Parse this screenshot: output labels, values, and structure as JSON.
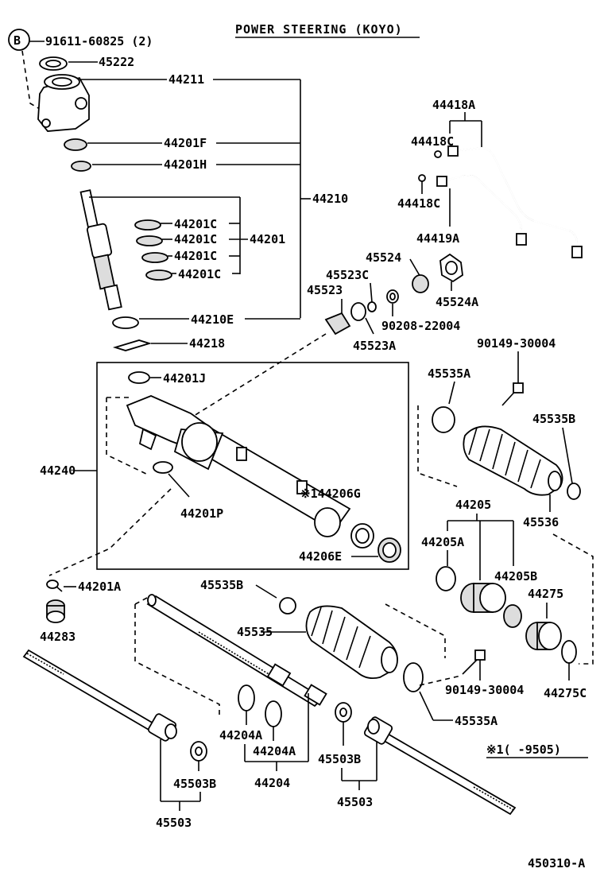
{
  "title": "POWER STEERING (KOYO)",
  "note": "※1(     -9505)",
  "ref_code": "450310-A",
  "b_marker": "B",
  "labels": {
    "l_91611_60825": "91611-60825 (2)",
    "l_45222": "45222",
    "l_44211": "44211",
    "l_44201F": "44201F",
    "l_44201H": "44201H",
    "l_44210": "44210",
    "l_44201C_1": "44201C",
    "l_44201C_2": "44201C",
    "l_44201C_3": "44201C",
    "l_44201C_4": "44201C",
    "l_44201": "44201",
    "l_44210E": "44210E",
    "l_44218": "44218",
    "l_44418A": "44418A",
    "l_44418C_1": "44418C",
    "l_44418C_2": "44418C",
    "l_44419A": "44419A",
    "l_45524": "45524",
    "l_45523C": "45523C",
    "l_45523": "45523",
    "l_45524A": "45524A",
    "l_90208_22004": "90208-22004",
    "l_45523A": "45523A",
    "l_90149_30004_top": "90149-30004",
    "l_44201J": "44201J",
    "l_45535A_top": "45535A",
    "l_45535B_right": "45535B",
    "l_44240": "44240",
    "l_44206G": "※144206G",
    "l_44201P": "44201P",
    "l_44206E": "44206E",
    "l_45536": "45536",
    "l_44205": "44205",
    "l_44205A": "44205A",
    "l_44205B": "44205B",
    "l_44275": "44275",
    "l_44201A": "44201A",
    "l_45535B_mid": "45535B",
    "l_44283": "44283",
    "l_45535": "45535",
    "l_90149_30004_bot": "90149-30004",
    "l_44275C": "44275C",
    "l_45535A_bot": "45535A",
    "l_44204A_1": "44204A",
    "l_44204A_2": "44204A",
    "l_44204": "44204",
    "l_45503B_left": "45503B",
    "l_45503B_right": "45503B",
    "l_45503_left": "45503",
    "l_45503_right": "45503"
  }
}
